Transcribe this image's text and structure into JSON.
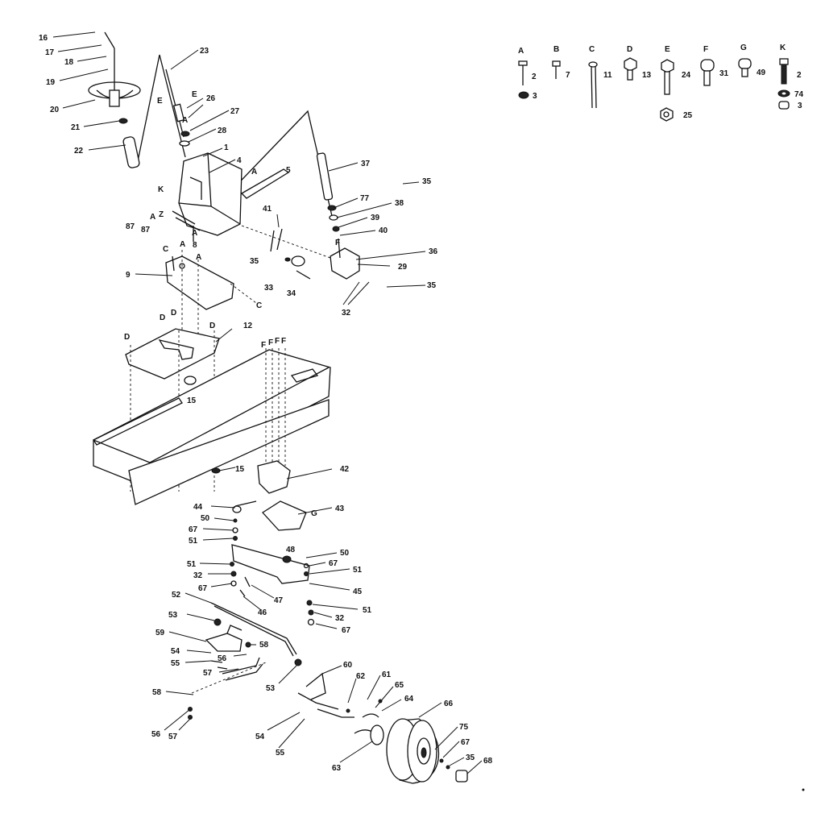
{
  "labels": {
    "l16": "16",
    "l17": "17",
    "l18": "18",
    "l19": "19",
    "l20": "20",
    "l21": "21",
    "l22": "22",
    "l23": "23",
    "l26": "26",
    "l27": "27",
    "l28": "28",
    "l1": "1",
    "l4": "4",
    "l5": "5",
    "lK": "K",
    "lA1": "A",
    "lA2": "A",
    "lE1": "E",
    "lE2": "E",
    "l87a": "87",
    "l87b": "87",
    "lA3": "A",
    "lZ": "Z",
    "l8": "8",
    "lA4": "A",
    "l9": "9",
    "lC1": "C",
    "lA5": "A",
    "lA6": "A",
    "lC2": "C",
    "lD1": "D",
    "lD2": "D",
    "lD3": "D",
    "lD4": "D",
    "l12": "12",
    "l15a": "15",
    "l15b": "15",
    "lF1": "F",
    "lF2": "F",
    "lF3": "F",
    "lF4": "F",
    "l37": "37",
    "l35a": "35",
    "l77": "77",
    "l38": "38",
    "l39": "39",
    "l40": "40",
    "l41": "41",
    "lF5": "F",
    "l36": "36",
    "l29": "29",
    "l35b": "35",
    "l33": "33",
    "l34": "34",
    "l32a": "32",
    "l35c": "35",
    "l42": "42",
    "l44": "44",
    "l43": "43",
    "lG": "G",
    "l50a": "50",
    "l67a": "67",
    "l51a": "51",
    "l48": "48",
    "l50b": "50",
    "l67b": "67",
    "l51b": "51",
    "l51c": "51",
    "l32b": "32",
    "l67c": "67",
    "l47": "47",
    "l46": "46",
    "l45": "45",
    "l52": "52",
    "l51d": "51",
    "l32c": "32",
    "l67d": "67",
    "l53a": "53",
    "l59": "59",
    "l58a": "58",
    "l54a": "54",
    "l56a": "56",
    "l55a": "55",
    "l57a": "57",
    "l53b": "53",
    "l58b": "58",
    "l56b": "56",
    "l57b": "57",
    "l60": "60",
    "l62": "62",
    "l61": "61",
    "l65": "65",
    "l64": "64",
    "l66": "66",
    "l54b": "54",
    "l55b": "55",
    "l63": "63",
    "l75": "75",
    "l67e": "67",
    "l35d": "35",
    "l68": "68"
  },
  "hardware": [
    {
      "letter": "A",
      "number": "2",
      "extra": "3"
    },
    {
      "letter": "B",
      "number": "7",
      "extra": ""
    },
    {
      "letter": "C",
      "number": "11",
      "extra": ""
    },
    {
      "letter": "D",
      "number": "13",
      "extra": ""
    },
    {
      "letter": "E",
      "number": "24",
      "extra": "25"
    },
    {
      "letter": "F",
      "number": "31",
      "extra": ""
    },
    {
      "letter": "G",
      "number": "49",
      "extra": ""
    },
    {
      "letter": "K",
      "number": "2",
      "extra": "74",
      "extra2": "3"
    }
  ]
}
